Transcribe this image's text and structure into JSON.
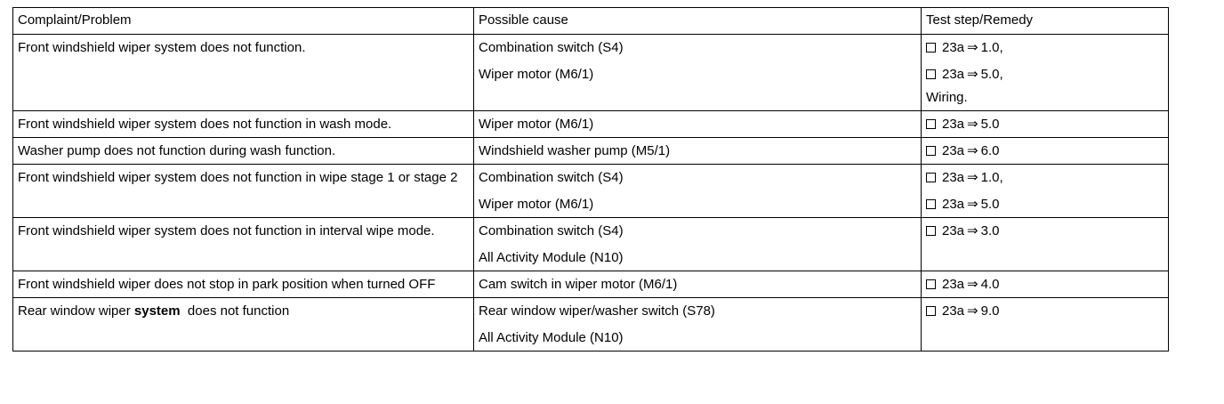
{
  "header": {
    "col1": "Complaint/Problem",
    "col2": "Possible cause",
    "col3": "Test step/Remedy"
  },
  "rows": [
    {
      "problem": "Front windshield wiper system does not function.",
      "causes": [
        "Combination switch (S4)",
        "Wiper motor (M6/1)"
      ],
      "steps": [
        {
          "ref": "23a",
          "arrow": "⇒",
          "step": "1.0,"
        },
        {
          "ref": "23a",
          "arrow": "⇒",
          "step": "5.0,"
        }
      ],
      "extra": "Wiring."
    },
    {
      "problem": "Front windshield wiper system does not function in wash mode.",
      "causes": [
        "Wiper motor (M6/1)"
      ],
      "steps": [
        {
          "ref": "23a",
          "arrow": "⇒",
          "step": "5.0"
        }
      ]
    },
    {
      "problem": "Washer pump does not function during wash function.",
      "causes": [
        "Windshield washer pump (M5/1)"
      ],
      "steps": [
        {
          "ref": "23a",
          "arrow": "⇒",
          "step": "6.0"
        }
      ]
    },
    {
      "problem": "Front windshield wiper system does not function in wipe stage 1 or stage 2",
      "causes": [
        "Combination switch (S4)",
        "Wiper motor (M6/1)"
      ],
      "steps": [
        {
          "ref": "23a",
          "arrow": "⇒",
          "step": "1.0,"
        },
        {
          "ref": "23a",
          "arrow": "⇒",
          "step": "5.0"
        }
      ]
    },
    {
      "problem": "Front windshield wiper system does not function in interval wipe mode.",
      "causes": [
        "Combination switch (S4)",
        "All Activity Module (N10)"
      ],
      "steps": [
        {
          "ref": "23a",
          "arrow": "⇒",
          "step": "3.0"
        }
      ]
    },
    {
      "problem": "Front windshield wiper does not stop in park position when turned OFF",
      "causes": [
        "Cam switch in wiper motor (M6/1)"
      ],
      "steps": [
        {
          "ref": "23a",
          "arrow": "⇒",
          "step": "4.0"
        }
      ]
    },
    {
      "problem_pre": "Rear window wiper ",
      "problem_bold": "system",
      "problem_post": "  does not function",
      "causes": [
        "Rear window wiper/washer switch (S78)",
        "All Activity Module (N10)"
      ],
      "steps": [
        {
          "ref": "23a",
          "arrow": "⇒",
          "step": "9.0"
        }
      ]
    }
  ]
}
